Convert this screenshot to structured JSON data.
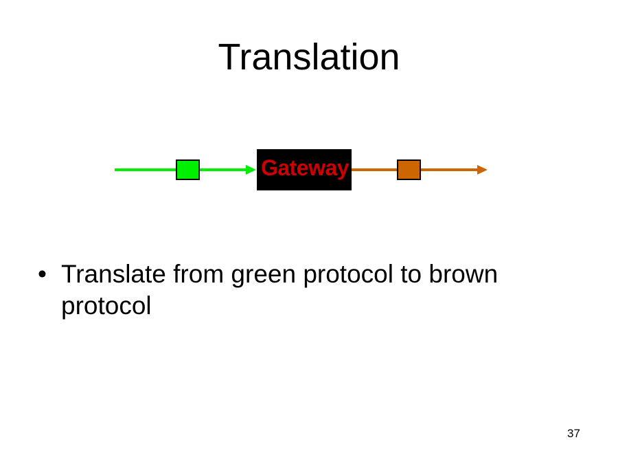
{
  "slide": {
    "title": "Translation",
    "page_number": "37"
  },
  "diagram": {
    "gateway_label": "Gateway",
    "colors": {
      "green_protocol": "#00ee00",
      "brown_protocol": "#cc6600",
      "gateway_box": "#000000",
      "gateway_text": "#cc0000"
    }
  },
  "bullets": [
    {
      "symbol": "•",
      "text": "Translate from green protocol to brown protocol"
    }
  ]
}
